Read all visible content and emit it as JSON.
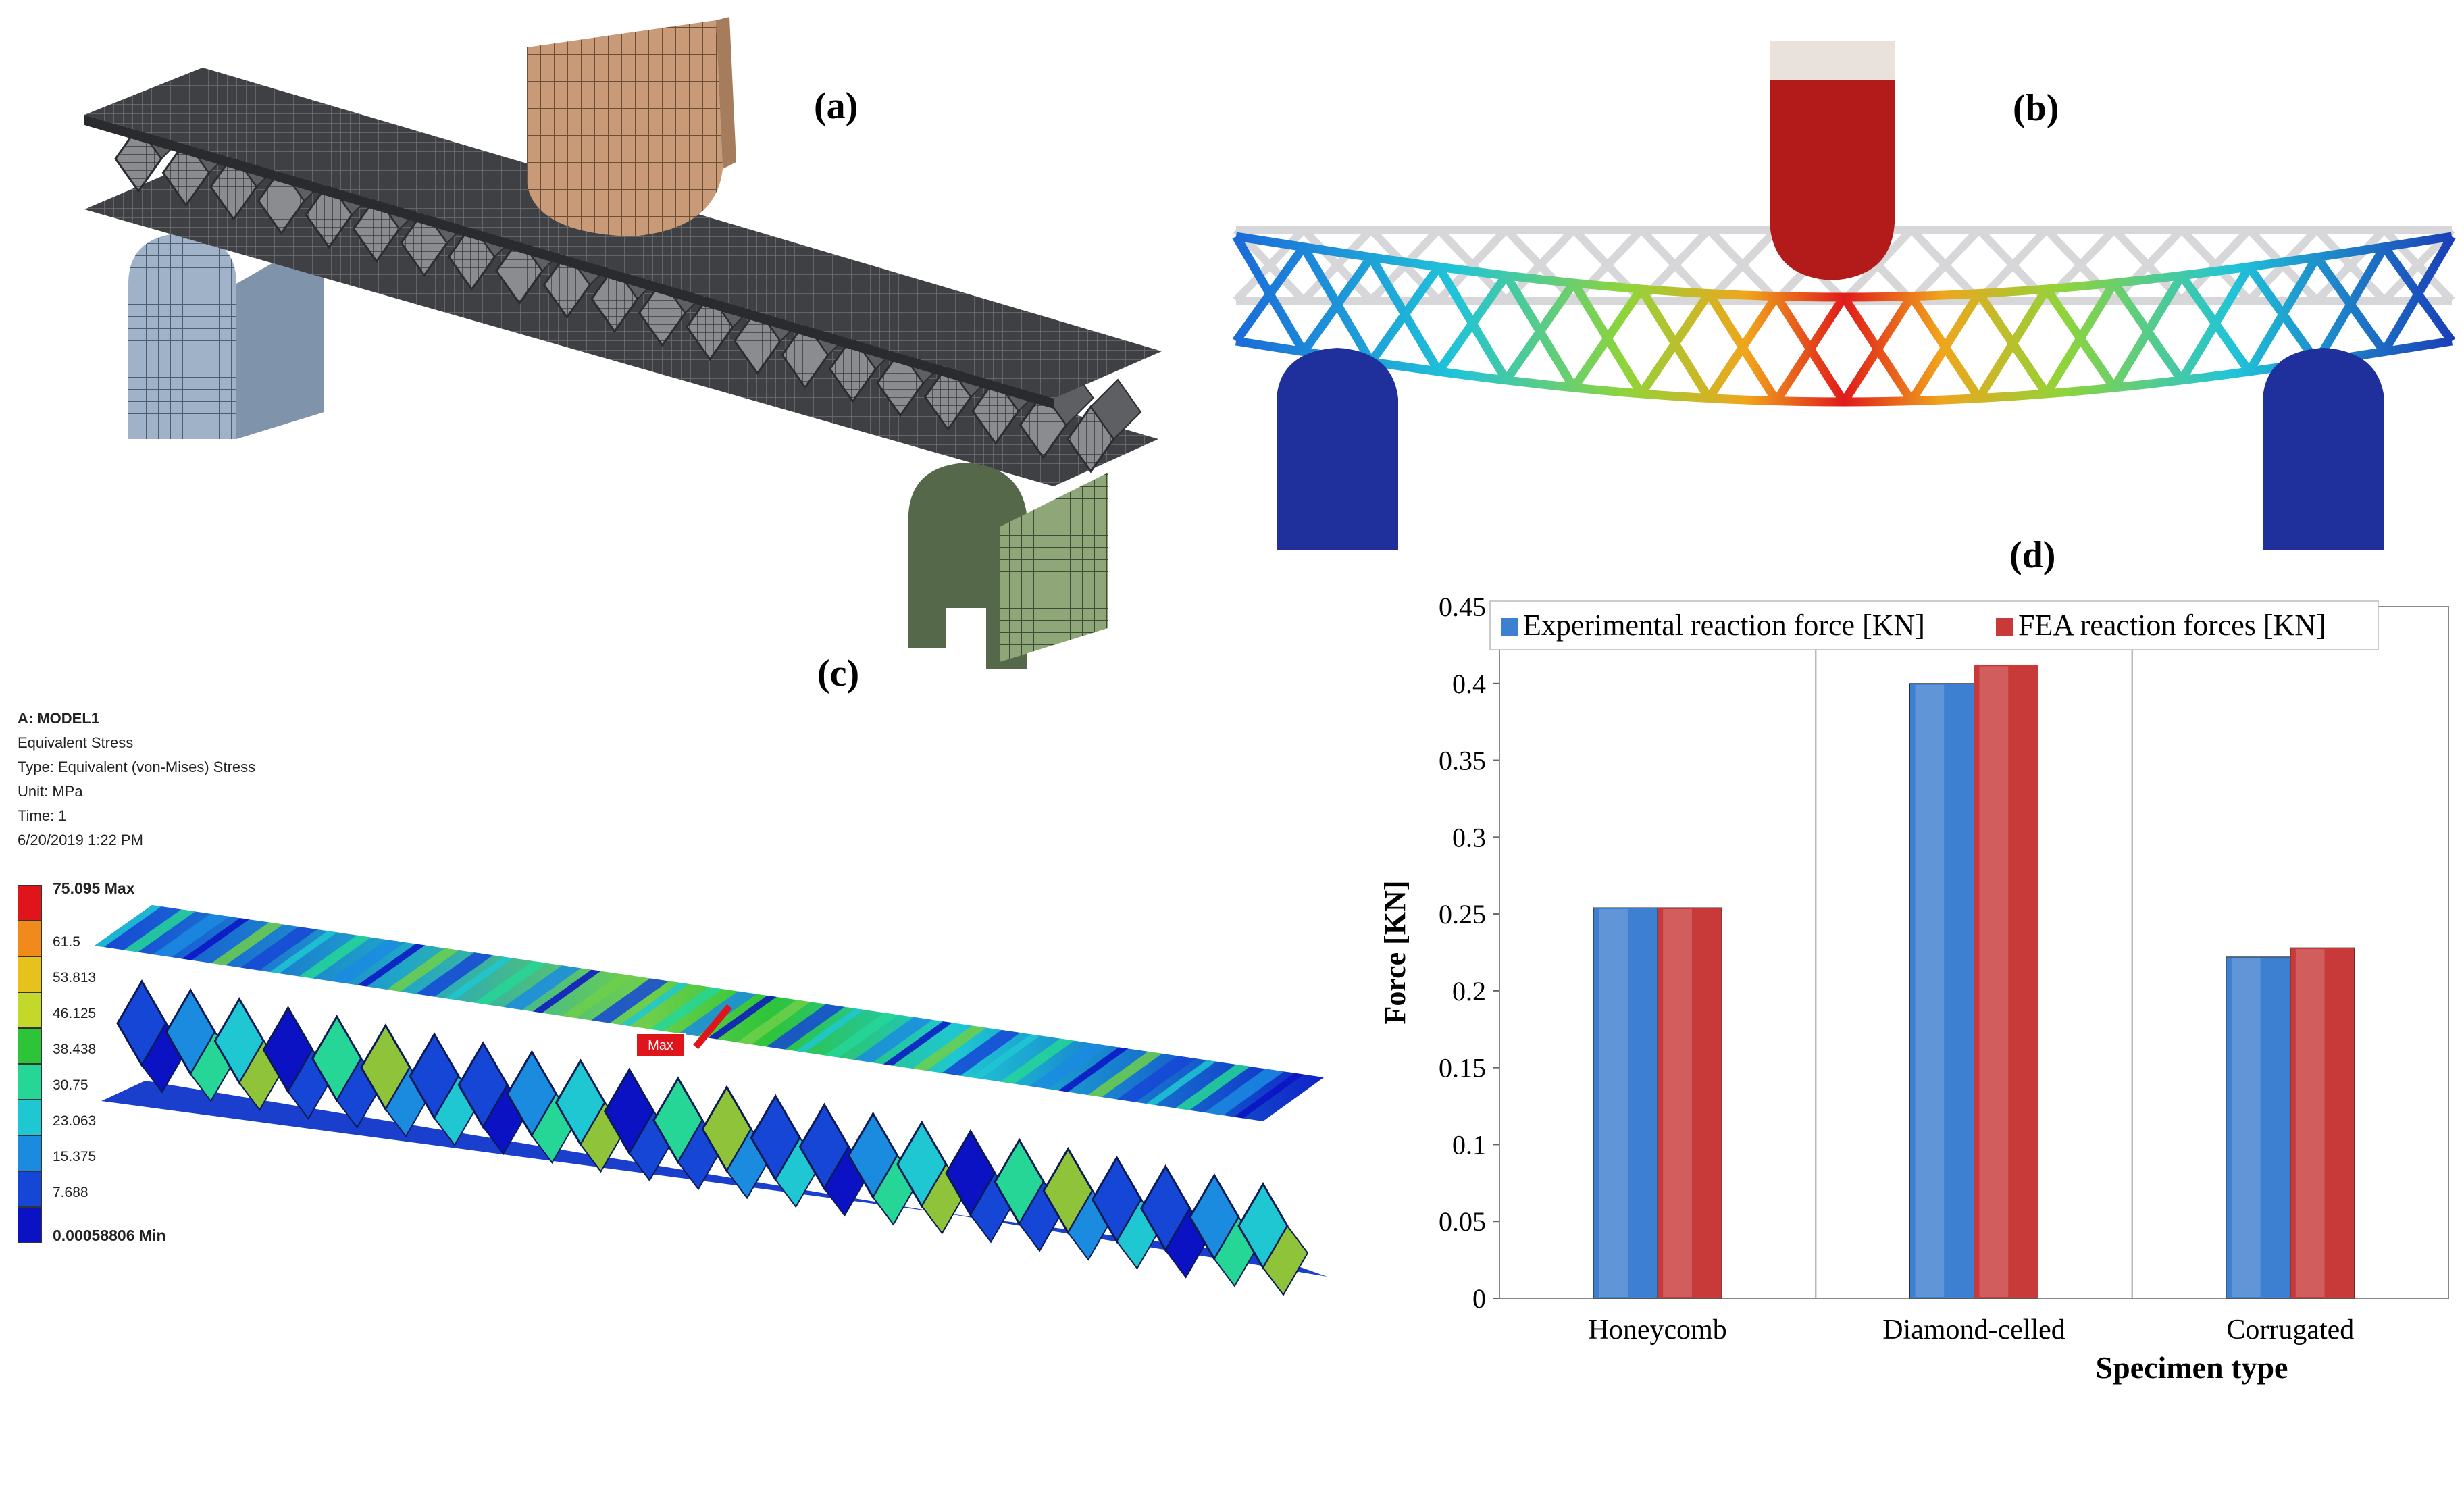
{
  "panels": {
    "a": {
      "label": "(a)"
    },
    "b": {
      "label": "(b)"
    },
    "c": {
      "label": "(c)"
    },
    "d": {
      "label": "(d)"
    }
  },
  "simulation_info": {
    "model": "A: MODEL1",
    "result": "Equivalent Stress",
    "type": "Type: Equivalent (von-Mises) Stress",
    "unit": "Unit: MPa",
    "time": "Time: 1",
    "date": "6/20/2019 1:22 PM",
    "max_marker": "Max"
  },
  "stress_scale": {
    "labels": [
      "75.095 Max",
      "61.5",
      "53.813",
      "46.125",
      "38.438",
      "30.75",
      "23.063",
      "15.375",
      "7.688",
      "0.00058806 Min"
    ],
    "colors": [
      "#e0141b",
      "#f08a1a",
      "#e8c21c",
      "#c3d82a",
      "#2ec43a",
      "#26d696",
      "#1fc7d2",
      "#1b8be0",
      "#1646d6",
      "#0a12c4"
    ]
  },
  "colors": {
    "mesh_gray": "#3f4043",
    "punch_tan": "#c99a77",
    "support_blue": "#9fb2c7",
    "support_green": "#8fa678",
    "indenter_red": "#b31b1b",
    "support_navy": "#1f2f9c",
    "series_experimental": "#3d7fd0",
    "series_fea": "#c83a3a"
  },
  "chart_data": {
    "type": "bar",
    "categories": [
      "Honeycomb",
      "Diamond-celled",
      "Corrugated"
    ],
    "series": [
      {
        "name": "Experimental reaction force [KN]",
        "values": [
          0.254,
          0.4,
          0.222
        ]
      },
      {
        "name": "FEA reaction forces [KN]",
        "values": [
          0.254,
          0.412,
          0.228
        ]
      }
    ],
    "xlabel": "Specimen type",
    "ylabel": "Force [KN]",
    "ylim": [
      0,
      0.45
    ],
    "yticks": [
      "0",
      "0.05",
      "0.1",
      "0.15",
      "0.2",
      "0.25",
      "0.3",
      "0.35",
      "0.4",
      "0.45"
    ],
    "grid": "vertical category separators",
    "legend": "top"
  }
}
